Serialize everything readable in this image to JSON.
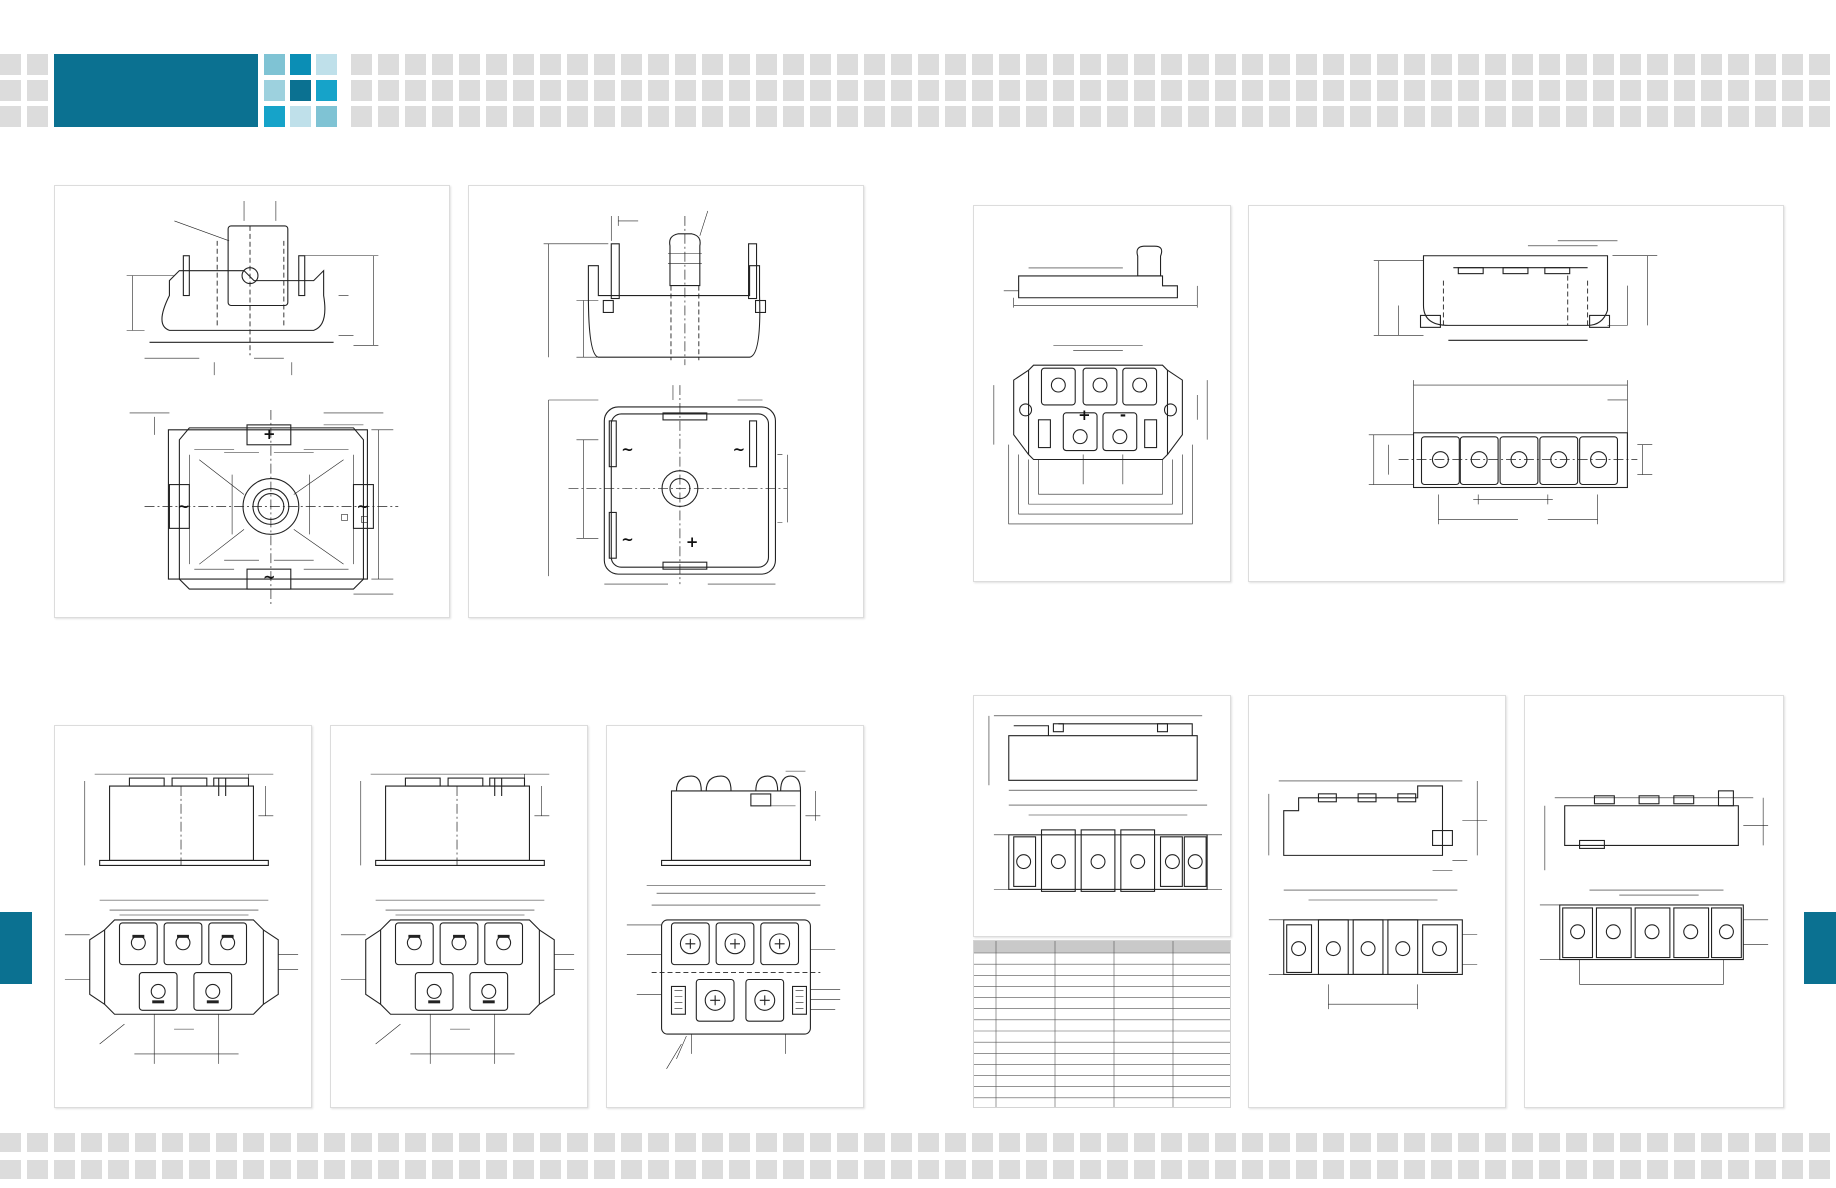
{
  "theme": {
    "brand": "#0b7191",
    "tile": "#dcdcdc",
    "accent_tiles": [
      "#7fc3d4",
      "#0b8eb5",
      "#bfe0ea",
      "#0b7191",
      "#9dd1de",
      "#16a3c9"
    ]
  },
  "drawings": [
    {
      "id": "panel-1",
      "terminal_symbols": [
        "+",
        "~",
        "~",
        "~"
      ]
    },
    {
      "id": "panel-2",
      "terminal_symbols": [
        "~",
        "~",
        "~",
        "+"
      ]
    },
    {
      "id": "panel-3",
      "terminal_symbols": [
        "+",
        "-"
      ]
    },
    {
      "id": "panel-4",
      "terminal_symbols": []
    },
    {
      "id": "panel-5",
      "terminal_symbols": []
    },
    {
      "id": "panel-6",
      "terminal_symbols": []
    },
    {
      "id": "panel-7",
      "terminal_symbols": []
    },
    {
      "id": "panel-8",
      "terminal_symbols": []
    },
    {
      "id": "panel-9",
      "terminal_symbols": []
    },
    {
      "id": "panel-10",
      "terminal_symbols": []
    },
    {
      "id": "panel-11",
      "terminal_symbols": []
    }
  ],
  "dimension_table": {
    "columns": 5,
    "rows": 14
  }
}
